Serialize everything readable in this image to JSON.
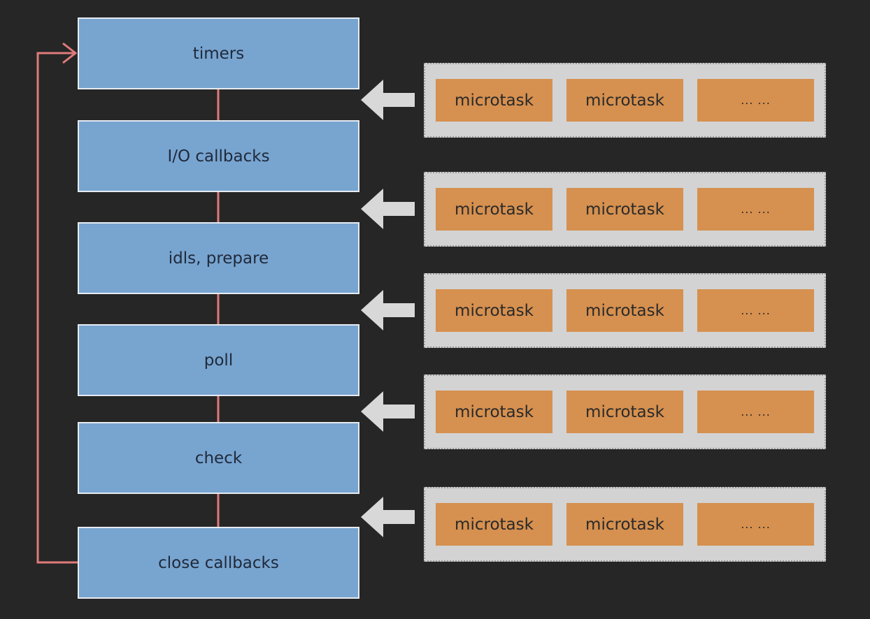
{
  "phases": [
    {
      "label": "timers"
    },
    {
      "label": "I/O callbacks"
    },
    {
      "label": "idls, prepare"
    },
    {
      "label": "poll"
    },
    {
      "label": "check"
    },
    {
      "label": "close callbacks"
    }
  ],
  "queues": [
    {
      "tasks": [
        "microtask",
        "microtask",
        "... ..."
      ]
    },
    {
      "tasks": [
        "microtask",
        "microtask",
        "... ..."
      ]
    },
    {
      "tasks": [
        "microtask",
        "microtask",
        "... ..."
      ]
    },
    {
      "tasks": [
        "microtask",
        "microtask",
        "... ..."
      ]
    },
    {
      "tasks": [
        "microtask",
        "microtask",
        "... ..."
      ]
    }
  ],
  "colors": {
    "background": "#262626",
    "phase_fill": "#78a4d0",
    "phase_border": "#e6ebf0",
    "connector": "#e07a7a",
    "queue_fill": "#d3d3d3",
    "task_fill": "#d6904f",
    "arrow": "#d8d8d8"
  }
}
